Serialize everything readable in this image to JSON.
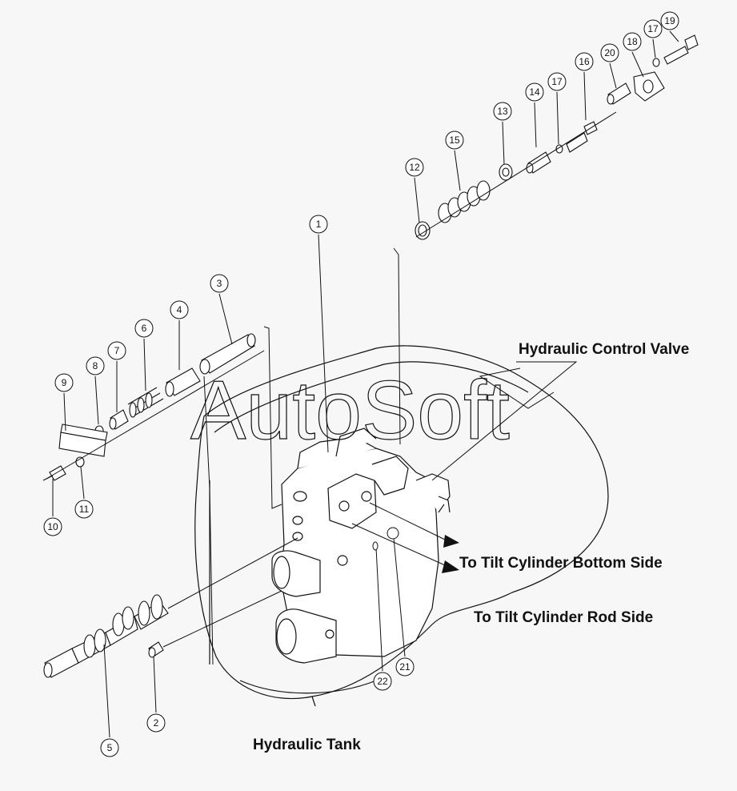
{
  "watermark": "AutoSoft",
  "labels": {
    "hydraulic_control_valve": "Hydraulic Control Valve",
    "to_tilt_bottom": "To Tilt Cylinder Bottom Side",
    "to_tilt_rod": "To Tilt Cylinder Rod Side",
    "hydraulic_tank": "Hydraulic Tank"
  },
  "callouts": [
    "1",
    "2",
    "3",
    "4",
    "5",
    "6",
    "7",
    "8",
    "9",
    "10",
    "11",
    "12",
    "13",
    "14",
    "15",
    "16",
    "17",
    "17",
    "18",
    "19",
    "20",
    "21",
    "22"
  ]
}
